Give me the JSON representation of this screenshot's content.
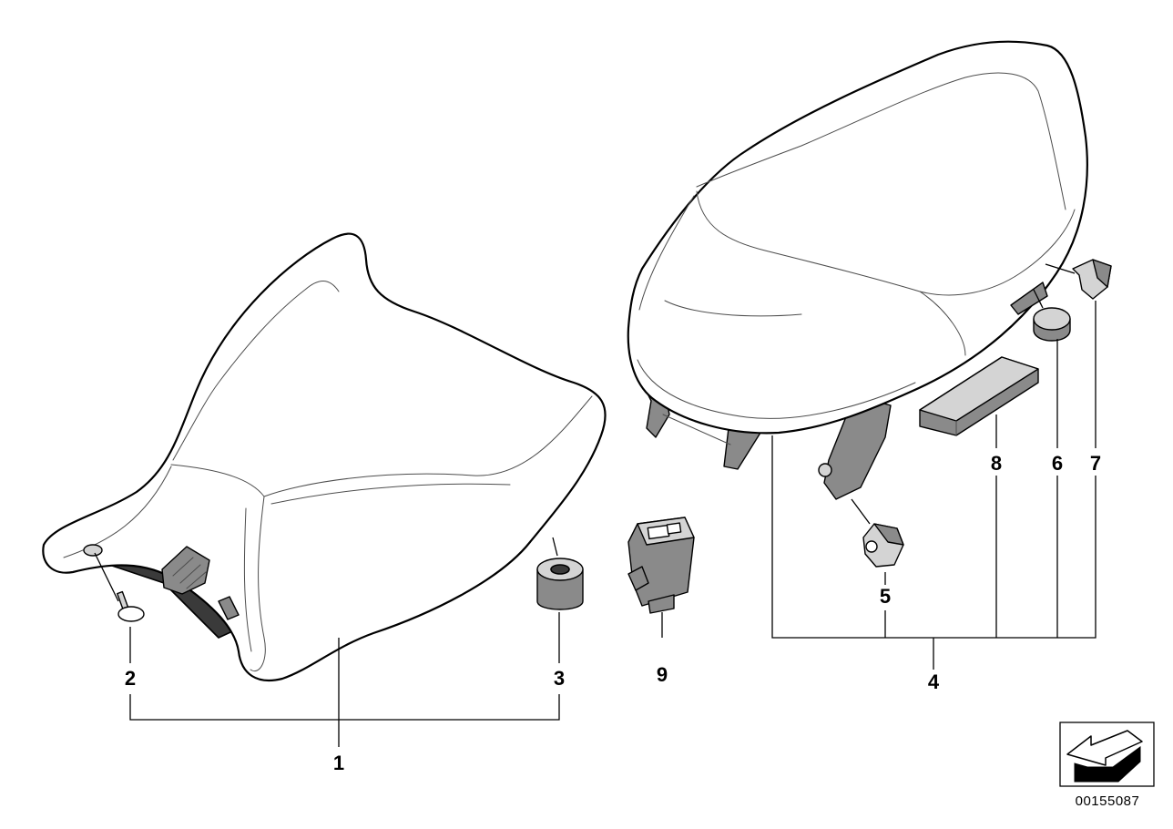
{
  "callouts": {
    "p1": "1",
    "p2": "2",
    "p3": "3",
    "p4": "4",
    "p5": "5",
    "p6": "6",
    "p7": "7",
    "p8": "8",
    "p9": "9"
  },
  "catalog_number": "00155087",
  "icons": {
    "orientation": "direction-arrow-icon"
  }
}
